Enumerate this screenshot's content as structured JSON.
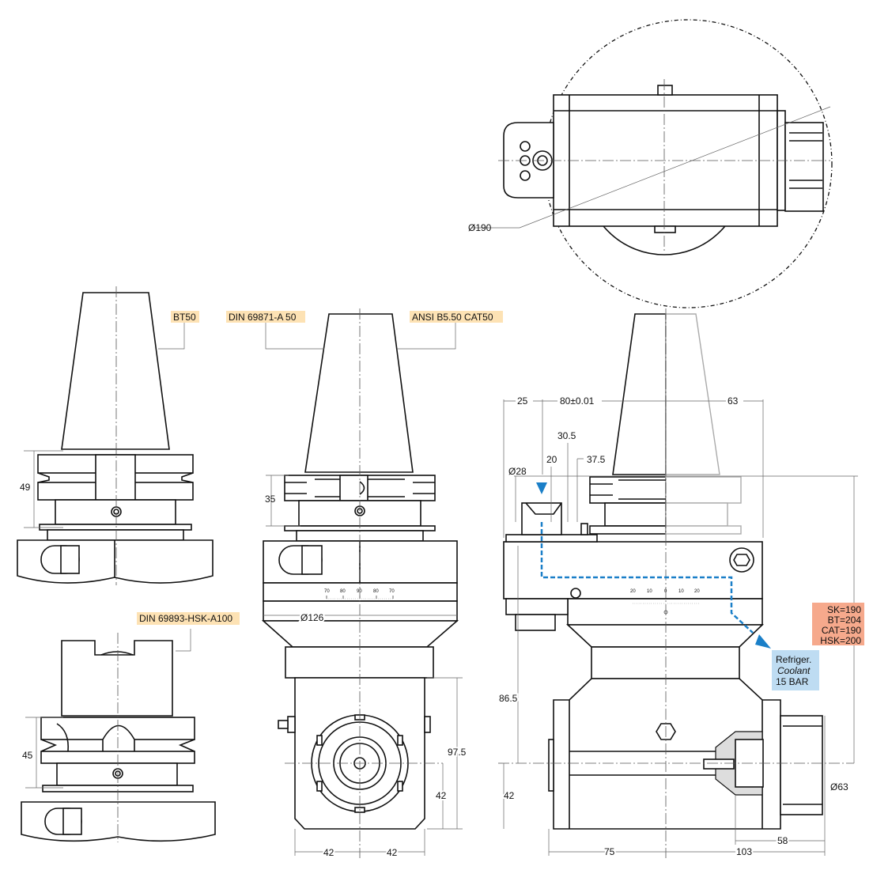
{
  "tool_labels": {
    "bt50": "BT50",
    "din69871": "DIN 69871-A 50",
    "ansi": "ANSI B5.50 CAT50",
    "hsk": "DIN 69893-HSK-A100"
  },
  "top_view": {
    "diameter": "Ø190"
  },
  "left_views": {
    "bt_height": "49",
    "hsk_height": "45"
  },
  "center_view": {
    "flange_height": "35",
    "diameter": "Ø126",
    "height_total": "97.5",
    "height_lower": "42",
    "width_left": "42",
    "width_right": "42",
    "scale_ticks": [
      "70",
      "80",
      "90",
      "80",
      "70"
    ]
  },
  "right_view": {
    "dim_25": "25",
    "dim_80": "80±0.01",
    "dim_63": "63",
    "dim_30_5": "30.5",
    "dim_20": "20",
    "dim_37_5": "37.5",
    "dim_d28": "Ø28",
    "dim_86_5": "86.5",
    "dim_42": "42",
    "dim_75": "75",
    "dim_103": "103",
    "dim_58": "58",
    "dim_d63": "Ø63",
    "scale_ticks": [
      "20",
      "10",
      "0",
      "10",
      "20"
    ],
    "lengths": [
      "SK=190",
      "BT=204",
      "CAT=190",
      "HSK=200"
    ],
    "coolant": [
      "Refriger.",
      "Coolant",
      "15 BAR"
    ]
  },
  "colors": {
    "tag": "#fde2b4",
    "lengths_box": "#f6a98c",
    "coolant_box": "#bedcf2",
    "coolant_path": "#1a7fc8"
  }
}
